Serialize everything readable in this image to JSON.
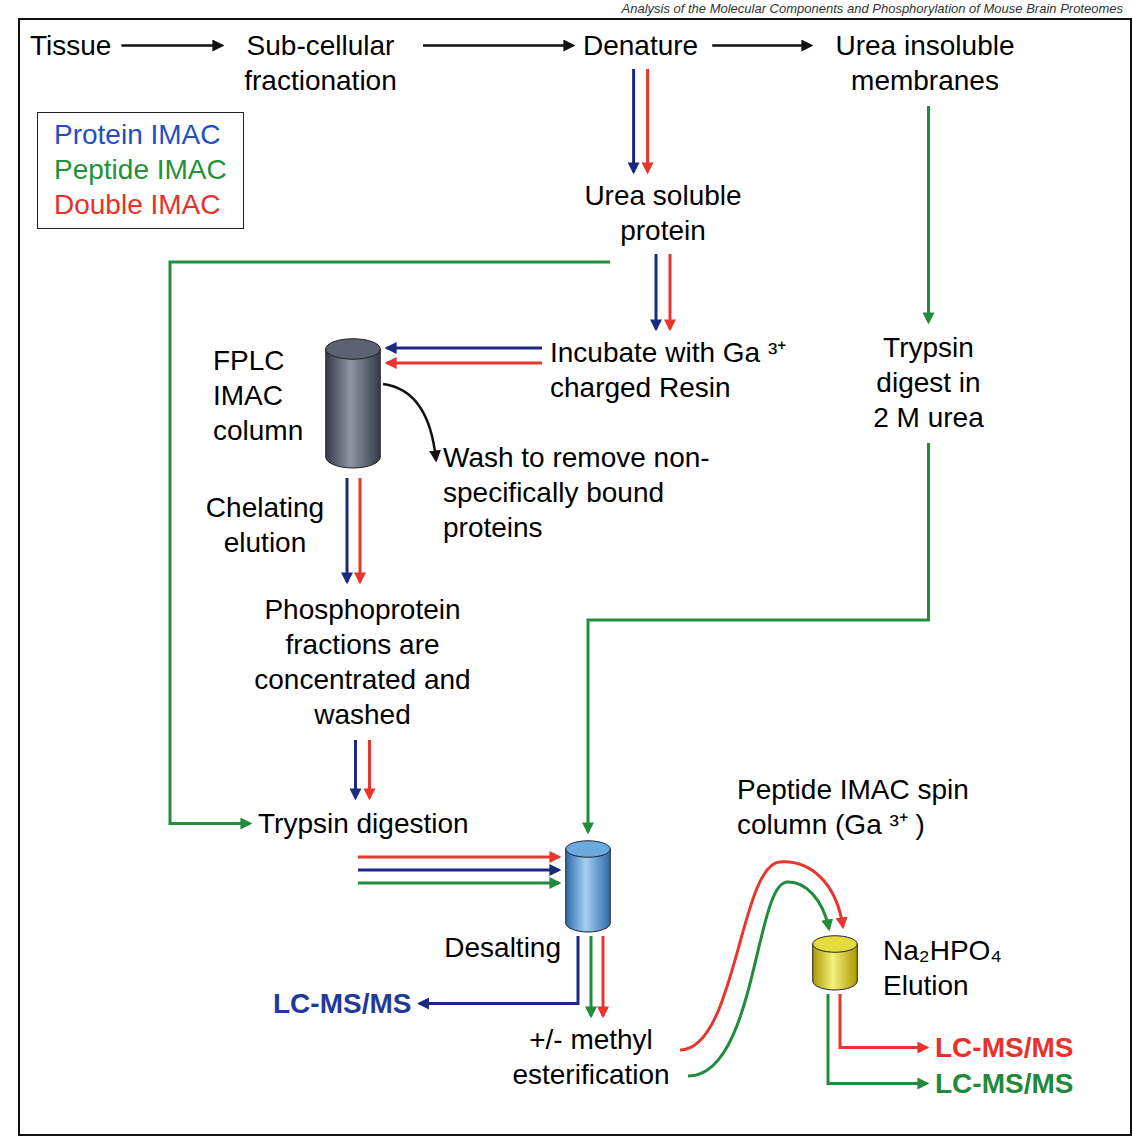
{
  "diagram": {
    "nodes": [
      {
        "text": [
          "Tissue"
        ]
      },
      {
        "text": [
          "Sub-cellular fractionation"
        ]
      },
      {
        "text": [
          "Denature"
        ]
      },
      {
        "text": [
          "Urea insoluble membranes"
        ]
      },
      {
        "text": [
          "Urea soluble protein"
        ]
      },
      {
        "text": [
          "Incubate with Ga ³⁺ charged Resin"
        ]
      },
      {
        "text": [
          "Trypsin digest in 2 M urea"
        ]
      },
      {
        "text": [
          "FPLC IMAC column"
        ]
      },
      {
        "text": [
          "Wash to remove non-specifically bound proteins"
        ]
      },
      {
        "text": [
          "Phosphoprotein fractions are concentrated and washed"
        ]
      },
      {
        "text": [
          "Trypsin digestion"
        ]
      },
      {
        "text": [
          "Desalting"
        ]
      },
      {
        "text": [
          "LC-MS/MS"
        ]
      },
      {
        "text": [
          "+/- methyl esterification"
        ]
      },
      {
        "text": [
          "Peptide IMAC spin column (Ga ³⁺ )",
          "Na₂HPO₄ Elution"
        ]
      },
      {
        "text": [
          "LC-MS/MS"
        ]
      },
      {
        "text": [
          "LC-MS/MS"
        ]
      }
    ],
    "edges": [
      {
        "from": 0,
        "to": 1,
        "arrow": "to"
      },
      {
        "from": 1,
        "to": 2,
        "arrow": "to"
      },
      {
        "from": 2,
        "to": 3,
        "arrow": "to"
      },
      {
        "from": 2,
        "to": 4,
        "arrow": "to"
      },
      {
        "from": 2,
        "to": 4,
        "arrow": "to"
      },
      {
        "from": 3,
        "to": 6,
        "arrow": "to"
      },
      {
        "from": 4,
        "to": 5,
        "arrow": "to"
      },
      {
        "from": 4,
        "to": 5,
        "arrow": "to"
      },
      {
        "from": 4,
        "to": 10,
        "arrow": "to"
      },
      {
        "from": 5,
        "to": 7,
        "arrow": "to"
      },
      {
        "from": 5,
        "to": 7,
        "arrow": "to"
      },
      {
        "from": 7,
        "to": 8,
        "arrow": "to"
      },
      {
        "from": 7,
        "to": 9,
        "arrow": "to"
      },
      {
        "from": 7,
        "to": 9,
        "arrow": "to"
      },
      {
        "from": 9,
        "to": 10,
        "arrow": "to"
      },
      {
        "from": 9,
        "to": 10,
        "arrow": "to"
      },
      {
        "from": 6,
        "to": 11,
        "arrow": "to"
      },
      {
        "from": 10,
        "to": 11,
        "arrow": "to"
      },
      {
        "from": 10,
        "to": 11,
        "arrow": "to"
      },
      {
        "from": 10,
        "to": 11,
        "arrow": "to"
      },
      {
        "from": 11,
        "to": 12,
        "arrow": "to"
      },
      {
        "from": 11,
        "to": 13,
        "arrow": "to"
      },
      {
        "from": 11,
        "to": 13,
        "arrow": "to"
      },
      {
        "from": 13,
        "to": 14,
        "arrow": "to"
      },
      {
        "from": 13,
        "to": 14,
        "arrow": "to"
      },
      {
        "from": 14,
        "to": 15,
        "arrow": "to"
      },
      {
        "from": 14,
        "to": 16,
        "arrow": "to"
      }
    ],
    "labels": [
      "Analysis of the Molecular Components and Phosphorylation of Mouse Brain Proteomes",
      "Chelating elution"
    ],
    "legend": [
      {
        "text": "Protein IMAC",
        "color": "#1f4fc4"
      },
      {
        "text": "Peptide IMAC",
        "color": "#23913a"
      },
      {
        "text": "Double IMAC",
        "color": "#e8312a"
      }
    ]
  }
}
